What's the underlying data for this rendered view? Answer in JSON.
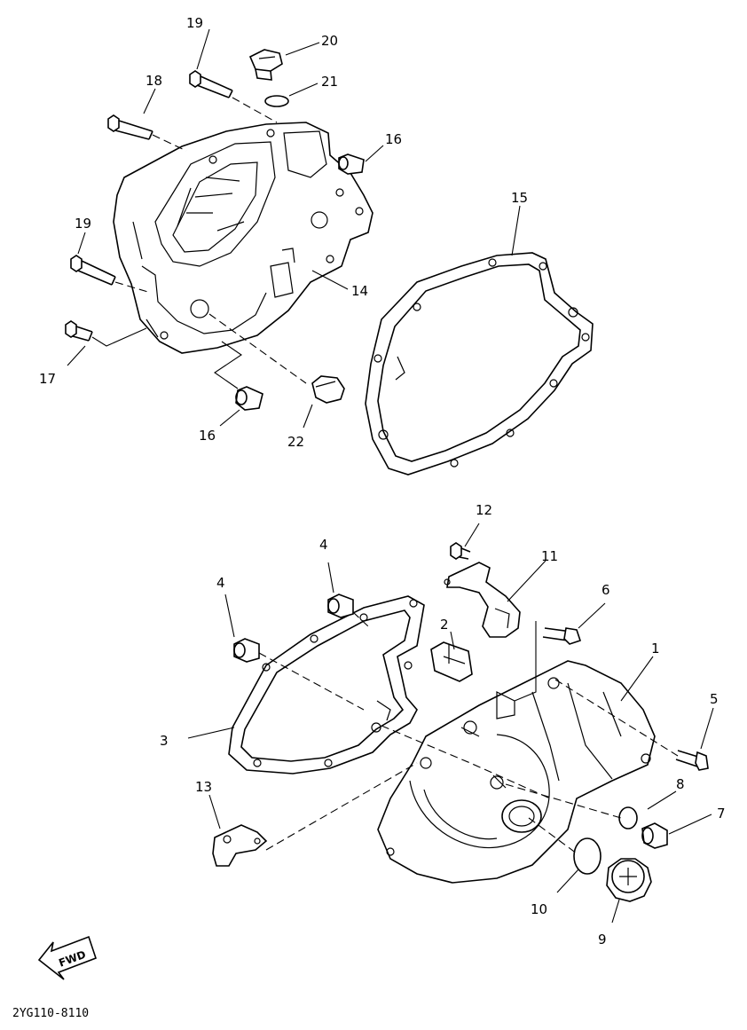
{
  "callouts": {
    "c1": "1",
    "c2": "2",
    "c3": "3",
    "c4a": "4",
    "c4b": "4",
    "c5": "5",
    "c6": "6",
    "c7": "7",
    "c8": "8",
    "c9": "9",
    "c10": "10",
    "c11": "11",
    "c12": "12",
    "c13": "13",
    "c14": "14",
    "c15": "15",
    "c16a": "16",
    "c16b": "16",
    "c17": "17",
    "c18": "18",
    "c19a": "19",
    "c19b": "19",
    "c20": "20",
    "c21": "21",
    "c22": "22"
  },
  "fwd_label": "FWD",
  "drawing_code": "2YG110-8110"
}
